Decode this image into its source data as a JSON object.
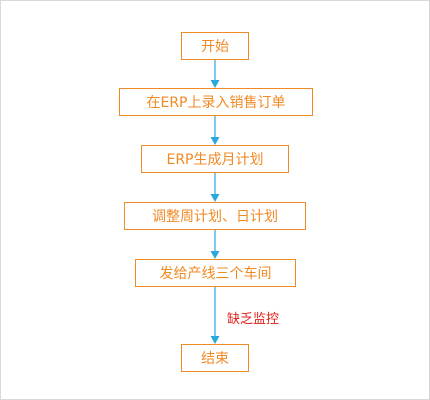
{
  "flowchart": {
    "nodes": [
      {
        "id": "start",
        "label": "开始"
      },
      {
        "id": "erp_entry",
        "label": "在ERP上录入销售订单"
      },
      {
        "id": "erp_plan",
        "label": "ERP生成月计划"
      },
      {
        "id": "adjust_plan",
        "label": "调整周计划、日计划"
      },
      {
        "id": "dispatch",
        "label": "发给产线三个车间"
      },
      {
        "id": "end",
        "label": "结束"
      }
    ],
    "annotation": "缺乏监控"
  },
  "colors": {
    "box_border": "#f08a24",
    "box_text": "#f08a24",
    "arrow": "#29a8e0",
    "annotation": "#e0201b",
    "frame_border": "#d9d9d9"
  }
}
